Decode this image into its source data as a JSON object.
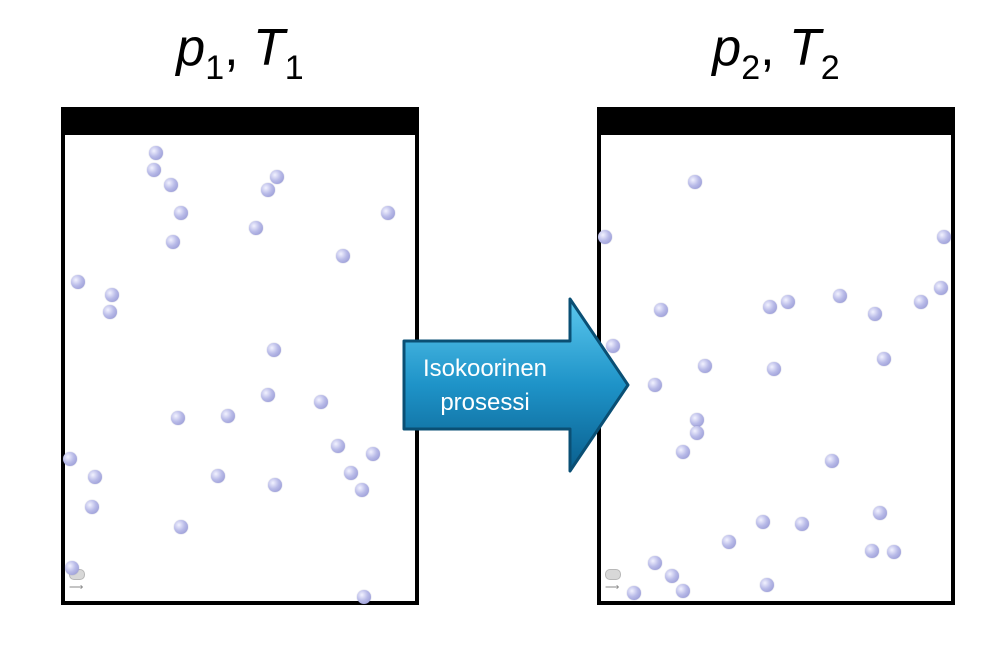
{
  "labels": {
    "left": {
      "var_p": "p",
      "sub_p": "1",
      "sep": ", ",
      "var_t": "T",
      "sub_t": "1"
    },
    "right": {
      "var_p": "p",
      "sub_p": "2",
      "sep": ", ",
      "var_t": "T",
      "sub_t": "2"
    }
  },
  "arrow": {
    "line1": "Isokoorinen",
    "line2": "prosessi"
  },
  "colors": {
    "arrow_light": "#3fb5e0",
    "arrow_dark": "#0a5f8e",
    "particle": "#9ea0da",
    "walls": "#000000"
  }
}
